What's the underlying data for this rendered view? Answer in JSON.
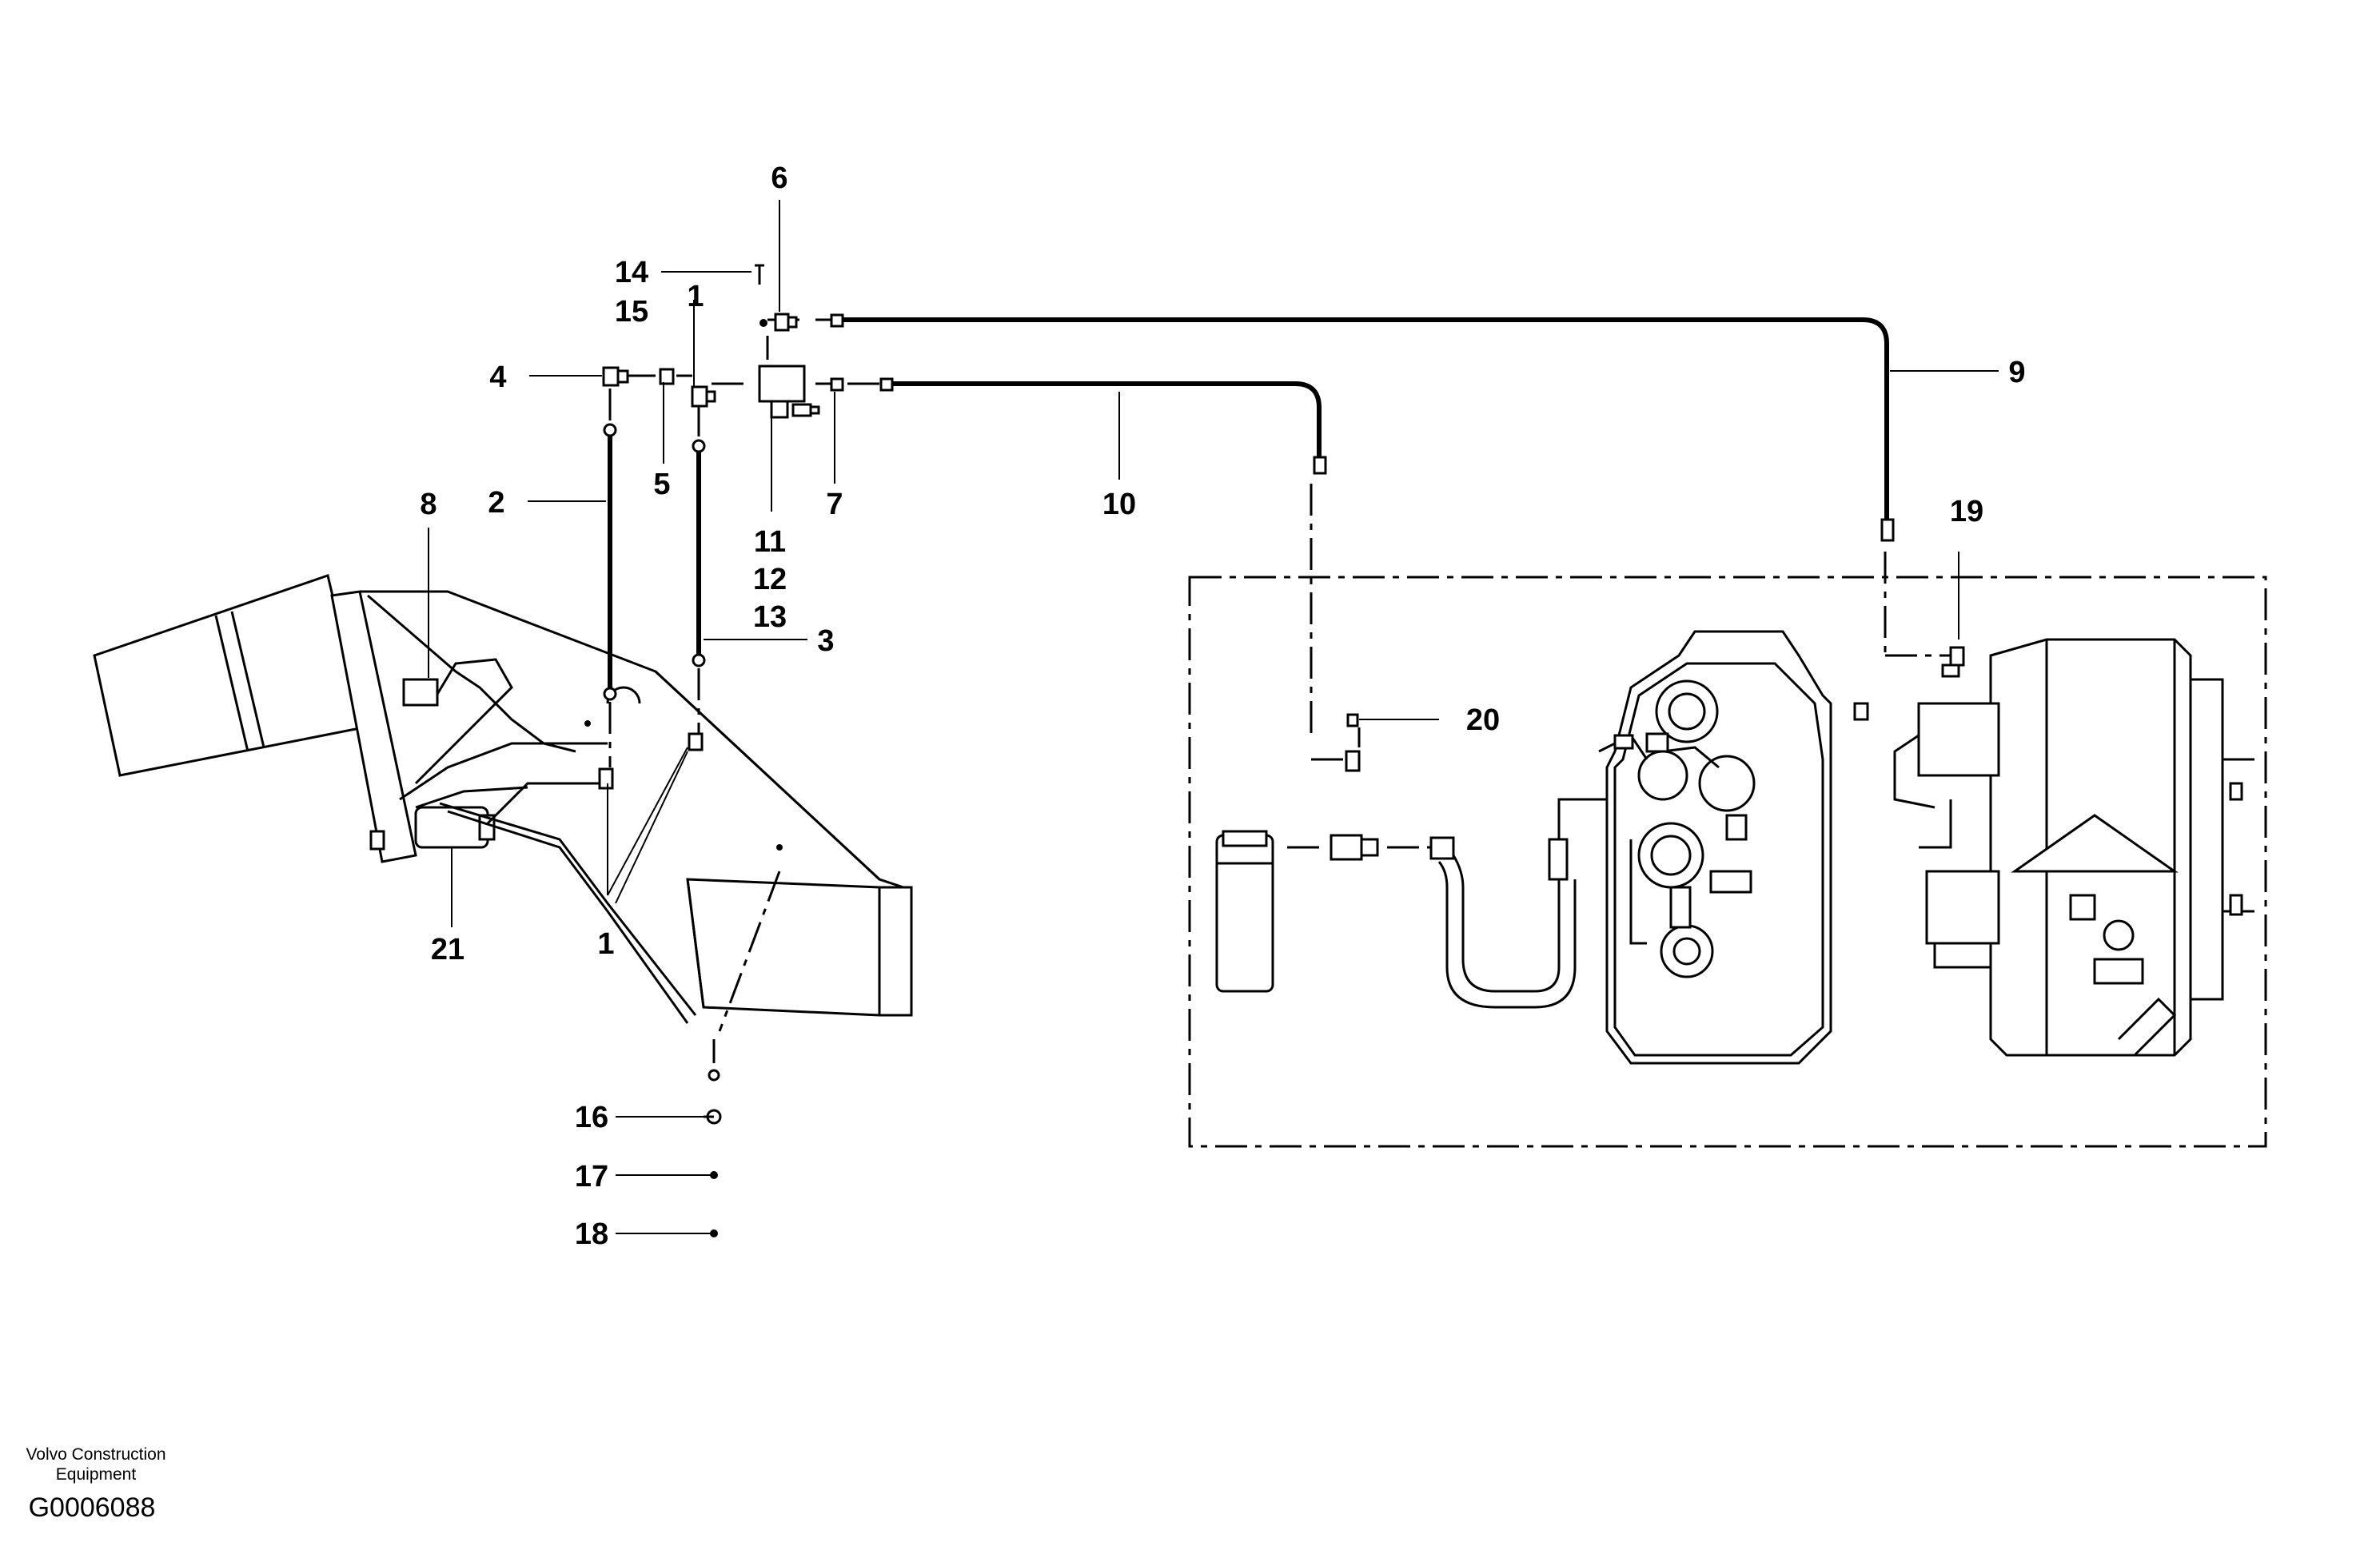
{
  "callouts": {
    "c1_top": "1",
    "c1_bottom": "1",
    "c2": "2",
    "c3": "3",
    "c4": "4",
    "c5": "5",
    "c6": "6",
    "c7": "7",
    "c8": "8",
    "c9": "9",
    "c10": "10",
    "c11": "11",
    "c12": "12",
    "c13": "13",
    "c14": "14",
    "c15": "15",
    "c16": "16",
    "c17": "17",
    "c18": "18",
    "c19": "19",
    "c20": "20",
    "c21": "21"
  },
  "footer": {
    "company_line1": "Volvo Construction",
    "company_line2": "Equipment",
    "drawing_id": "G0006088"
  }
}
